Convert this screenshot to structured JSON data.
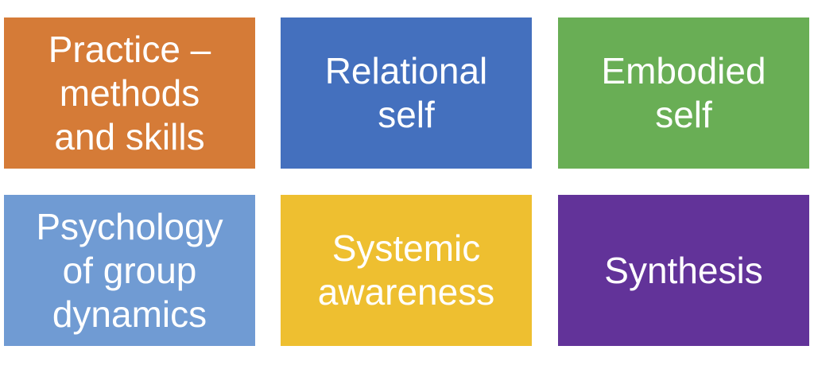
{
  "tiles": [
    {
      "label": "Practice –\nmethods\nand skills",
      "color": "#D57B37"
    },
    {
      "label": "Relational\nself",
      "color": "#4470BE"
    },
    {
      "label": "Embodied\nself",
      "color": "#69AE55"
    },
    {
      "label": "Psychology\nof group\ndynamics",
      "color": "#709BD3"
    },
    {
      "label": "Systemic\nawareness",
      "color": "#EEBF30"
    },
    {
      "label": "Synthesis",
      "color": "#623399"
    }
  ]
}
